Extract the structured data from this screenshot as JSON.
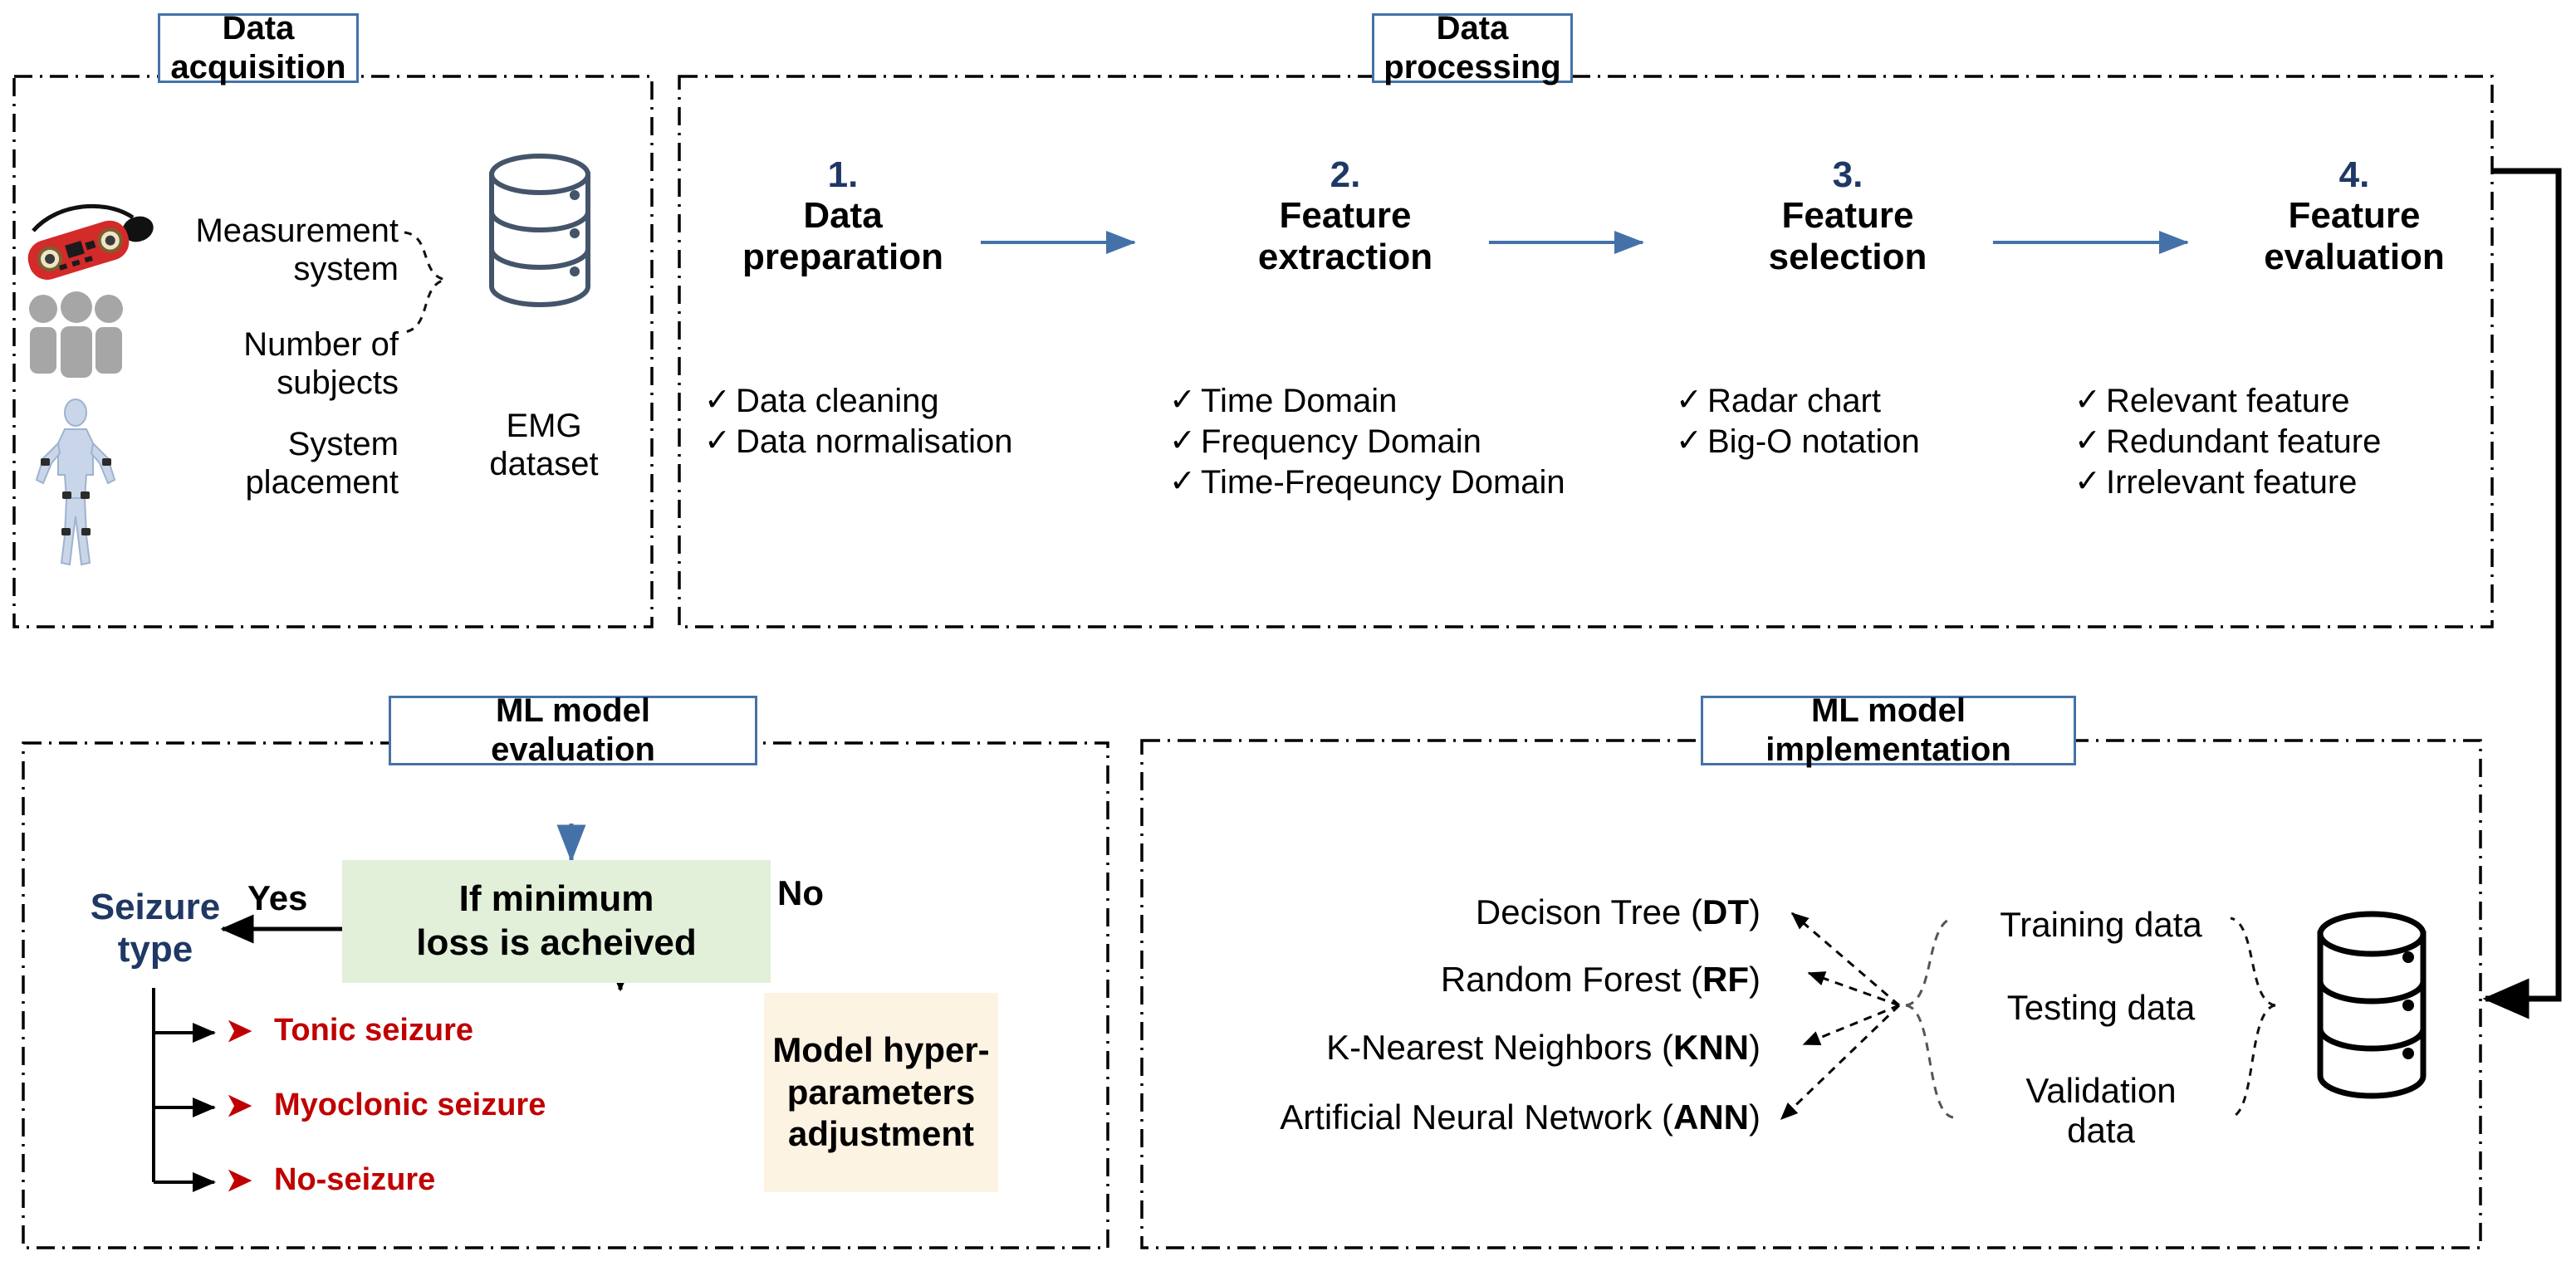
{
  "sections": {
    "data_acquisition": {
      "title": "Data\nacquisition",
      "title_line1": "Data",
      "title_line2": "acquisition",
      "items": [
        {
          "icon": "emg-sensor-board-icon",
          "label_line1": "Measurement",
          "label_line2": "system"
        },
        {
          "icon": "group-of-people-icon",
          "label_line1": "Number of",
          "label_line2": "subjects"
        },
        {
          "icon": "human-body-placement-icon",
          "label_line1": "System",
          "label_line2": "placement"
        }
      ],
      "dataset": {
        "icon": "database-cylinder-icon",
        "label_line1": "EMG",
        "label_line2": "dataset"
      }
    },
    "data_processing": {
      "title_line1": "Data",
      "title_line2": "processing",
      "steps": [
        {
          "num": "1.",
          "title_line1": "Data",
          "title_line2": "preparation",
          "checks": [
            "Data cleaning",
            "Data normalisation"
          ]
        },
        {
          "num": "2.",
          "title_line1": "Feature",
          "title_line2": "extraction",
          "checks": [
            "Time Domain",
            "Frequency Domain",
            "Time-Freqeuncy Domain"
          ]
        },
        {
          "num": "3.",
          "title_line1": "Feature",
          "title_line2": "selection",
          "checks": [
            "Radar chart",
            "Big-O notation"
          ]
        },
        {
          "num": "4.",
          "title_line1": "Feature",
          "title_line2": "evaluation",
          "checks": [
            "Relevant feature",
            "Redundant feature",
            "Irrelevant feature"
          ]
        }
      ],
      "check_glyph": "✓"
    },
    "ml_model_evaluation": {
      "title_line1": "ML model",
      "title_line2": "evaluation",
      "decision": {
        "line1": "If minimum",
        "line2": "loss is acheived"
      },
      "yes_label": "Yes",
      "no_label": "No",
      "outcome_title_line1": "Seizure",
      "outcome_title_line2": "type",
      "outcomes": [
        "Tonic seizure",
        "Myoclonic seizure",
        "No-seizure"
      ],
      "outcome_bullet": "➤",
      "hyperparam": {
        "line1": "Model hyper-",
        "line2": "parameters",
        "line3": "adjustment"
      }
    },
    "ml_model_implementation": {
      "title_line1": "ML model",
      "title_line2": "implementation",
      "models": [
        {
          "name": "Decison Tree",
          "abbr": "DT"
        },
        {
          "name": "Random Forest",
          "abbr": "RF"
        },
        {
          "name": "K-Nearest Neighbors",
          "abbr": "KNN"
        },
        {
          "name": "Artificial Neural Network",
          "abbr": "ANN"
        }
      ],
      "splits": [
        {
          "line1": "Training data",
          "line2": ""
        },
        {
          "line1": "Testing data",
          "line2": ""
        },
        {
          "line1": "Validation",
          "line2": "data"
        }
      ],
      "dataset_icon": "database-cylinder-icon"
    }
  },
  "colors": {
    "title_border": "#4472a8",
    "step_number": "#1f3864",
    "flow_arrow": "#4472a8",
    "decision_fill": "#e2efd9",
    "hyperparam_fill": "#fdf3e3",
    "seizure_text": "#c00000",
    "seizure_heading": "#1f3864",
    "cylinder_stroke": "#44546a"
  }
}
